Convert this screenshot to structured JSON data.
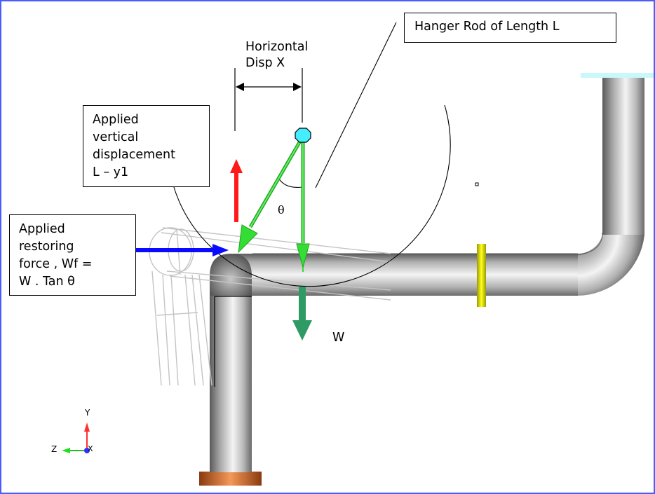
{
  "diagram": {
    "title_box": "Hanger Rod of Length L",
    "horizontal_disp": [
      "Horizontal",
      "Disp X"
    ],
    "vertical_disp_box": [
      "Applied",
      "vertical",
      "displacement",
      "L – y1"
    ],
    "restoring_force_box": [
      "Applied",
      "restoring",
      "force , Wf =",
      "W . Tan θ"
    ],
    "angle_label": "θ",
    "weight_label": "W",
    "axes": {
      "y": "Y",
      "z": "Z",
      "x": "X"
    },
    "colors": {
      "frame_border": "#4a5cff",
      "vertical_disp_arrow": "#ff1a1a",
      "restoring_force_arrow": "#0a0aff",
      "weight_arrow": "#2f9a63",
      "hanger_rod": "#33dd33",
      "hanger_node": "#44eeff",
      "support_plate": "#c86428",
      "top_plate": "#c8f8fc",
      "restraint_ring": "#f0f000"
    }
  }
}
